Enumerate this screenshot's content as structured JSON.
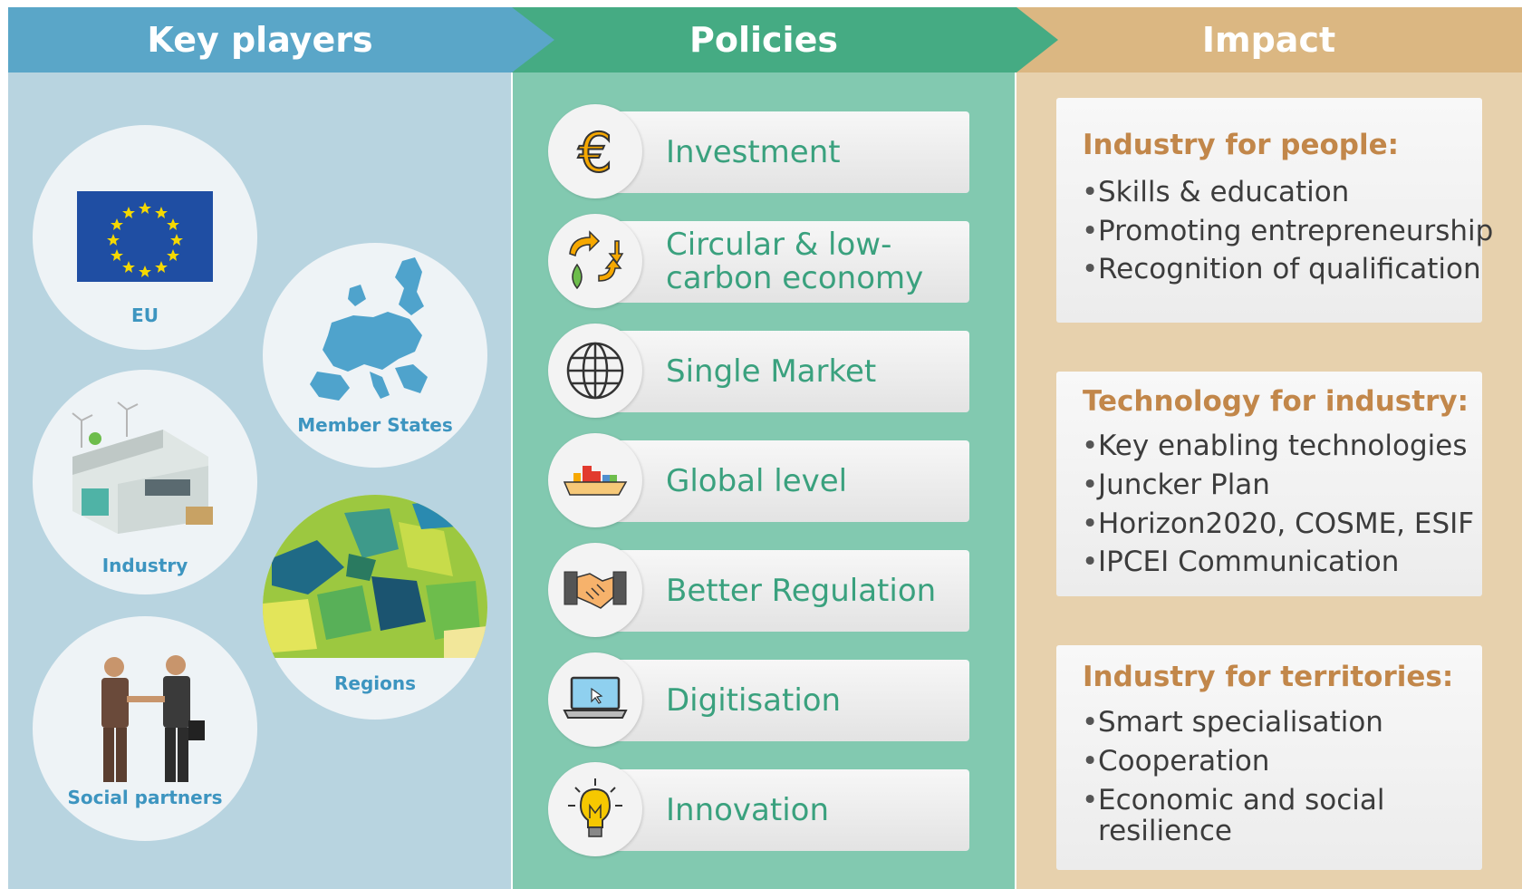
{
  "columns": [
    {
      "label": "Key players",
      "color": "#5aa6c8"
    },
    {
      "label": "Policies",
      "color": "#45ab83"
    },
    {
      "label": "Impact",
      "color": "#dbb782"
    }
  ],
  "key_players": [
    "EU",
    "Member States",
    "Industry",
    "Regions",
    "Social partners"
  ],
  "policies": [
    {
      "label": "Investment",
      "icon": "euro-icon"
    },
    {
      "label_line1": "Circular & low-",
      "label_line2": "carbon economy",
      "icon": "recycle-icon"
    },
    {
      "label": "Single Market",
      "icon": "globe-icon"
    },
    {
      "label": "Global level",
      "icon": "cargo-ship-icon"
    },
    {
      "label": "Better Regulation",
      "icon": "handshake-icon"
    },
    {
      "label": "Digitisation",
      "icon": "laptop-icon"
    },
    {
      "label": "Innovation",
      "icon": "lightbulb-icon"
    }
  ],
  "impacts": [
    {
      "title": "Industry for people:",
      "items": [
        "Skills & education",
        "Promoting entrepreneurship",
        "Recognition of qualification"
      ]
    },
    {
      "title": "Technology for industry:",
      "items": [
        "Key enabling technologies",
        "Juncker Plan",
        "Horizon2020, COSME, ESIF",
        "IPCEI Communication"
      ]
    },
    {
      "title": "Industry for territories:",
      "items": [
        "Smart specialisation",
        "Cooperation",
        "Economic and social",
        "resilience"
      ]
    }
  ],
  "colors": {
    "policy_text": "#3aa17e",
    "impact_title": "#c2874a",
    "player_label": "#3d95c0"
  }
}
